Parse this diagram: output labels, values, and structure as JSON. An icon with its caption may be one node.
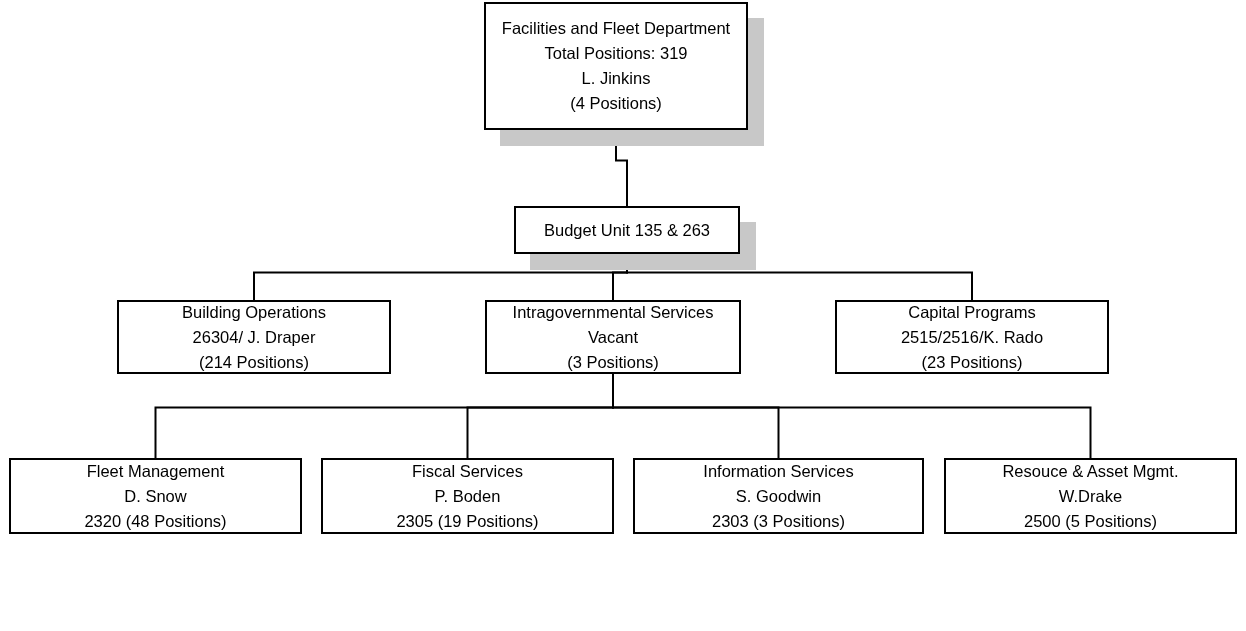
{
  "diagram": {
    "nodes": [
      {
        "text": [
          "Facilities and Fleet Department",
          "Total Positions: 319",
          "L. Jinkins",
          "(4 Positions)"
        ]
      },
      {
        "text": [
          "Budget Unit 135 & 263"
        ]
      },
      {
        "text": [
          "Building Operations",
          "26304/ J. Draper",
          "(214 Positions)"
        ]
      },
      {
        "text": [
          "Intragovernmental Services",
          "Vacant",
          "(3 Positions)"
        ]
      },
      {
        "text": [
          "Capital Programs",
          "2515/2516/K. Rado",
          "(23 Positions)"
        ]
      },
      {
        "text": [
          "Fleet Management",
          "D. Snow",
          "2320 (48 Positions)"
        ]
      },
      {
        "text": [
          "Fiscal Services",
          "P. Boden",
          "2305 (19 Positions)"
        ]
      },
      {
        "text": [
          "Information Services",
          "S. Goodwin",
          "2303 (3 Positions)"
        ]
      },
      {
        "text": [
          "Resouce & Asset Mgmt.",
          "W.Drake",
          "2500 (5 Positions)"
        ]
      }
    ],
    "edges": [
      {
        "from": 0,
        "to": 1,
        "arrow": "none"
      },
      {
        "from": 1,
        "to": 2,
        "arrow": "none"
      },
      {
        "from": 1,
        "to": 3,
        "arrow": "none"
      },
      {
        "from": 1,
        "to": 4,
        "arrow": "none"
      },
      {
        "from": 3,
        "to": 5,
        "arrow": "none"
      },
      {
        "from": 3,
        "to": 6,
        "arrow": "none"
      },
      {
        "from": 3,
        "to": 7,
        "arrow": "none"
      },
      {
        "from": 3,
        "to": 8,
        "arrow": "none"
      }
    ]
  }
}
